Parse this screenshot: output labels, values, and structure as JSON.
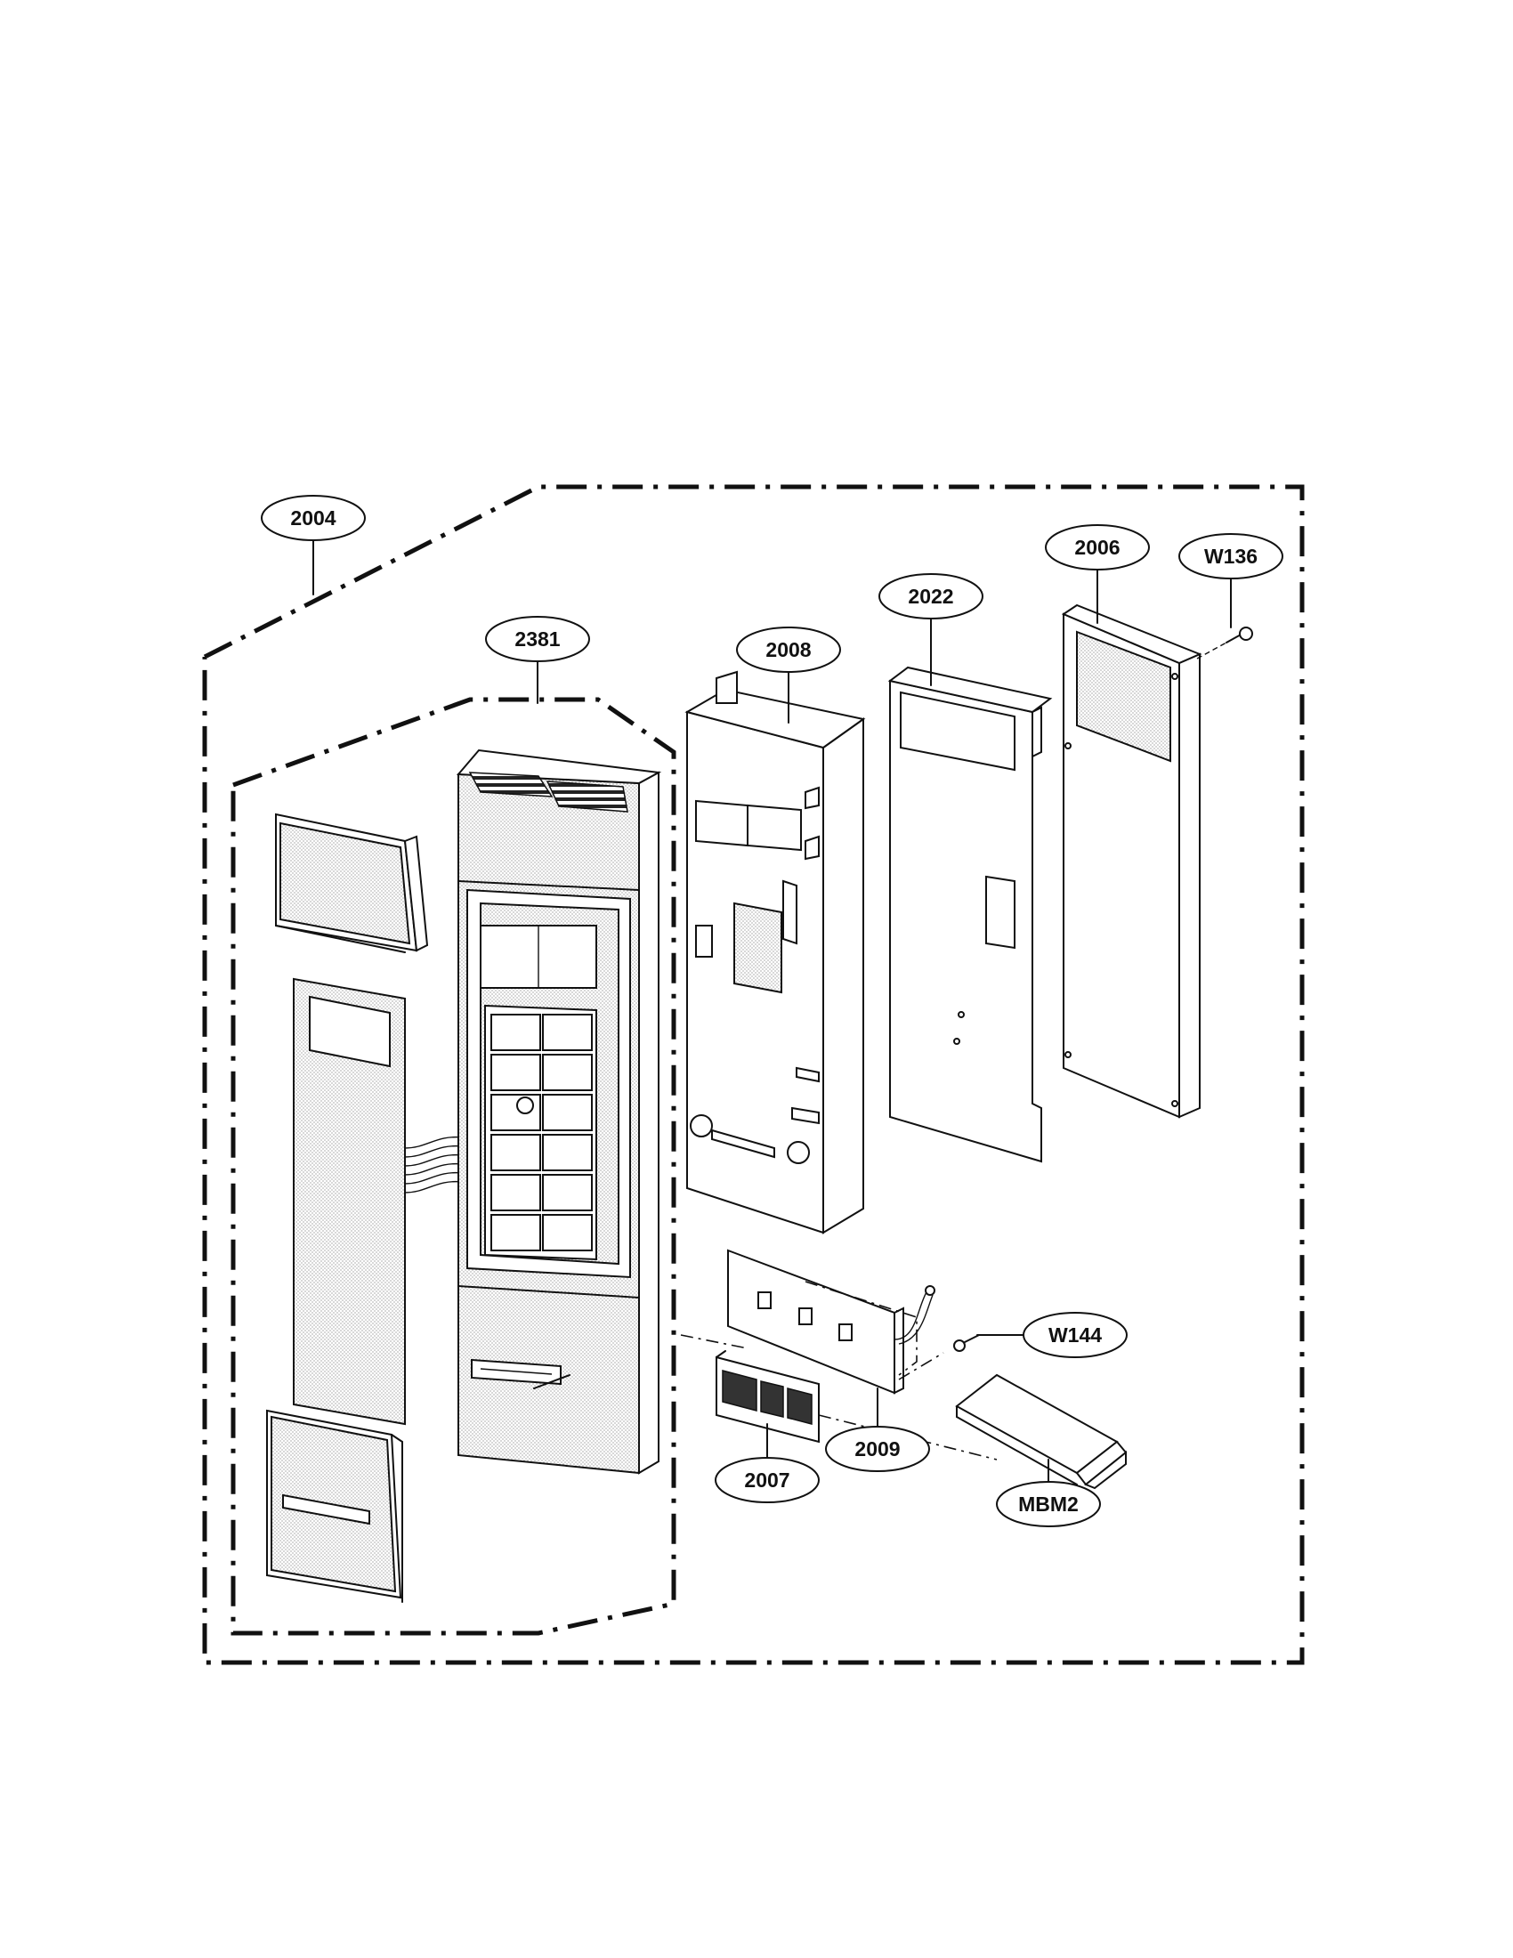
{
  "callouts": {
    "c2004": "2004",
    "c2381": "2381",
    "c2008": "2008",
    "c2022": "2022",
    "c2006": "2006",
    "cW136": "W136",
    "cW144": "W144",
    "c2009": "2009",
    "c2007": "2007",
    "cMBM2": "MBM2"
  },
  "colors": {
    "line": "#111111",
    "background": "#ffffff"
  }
}
